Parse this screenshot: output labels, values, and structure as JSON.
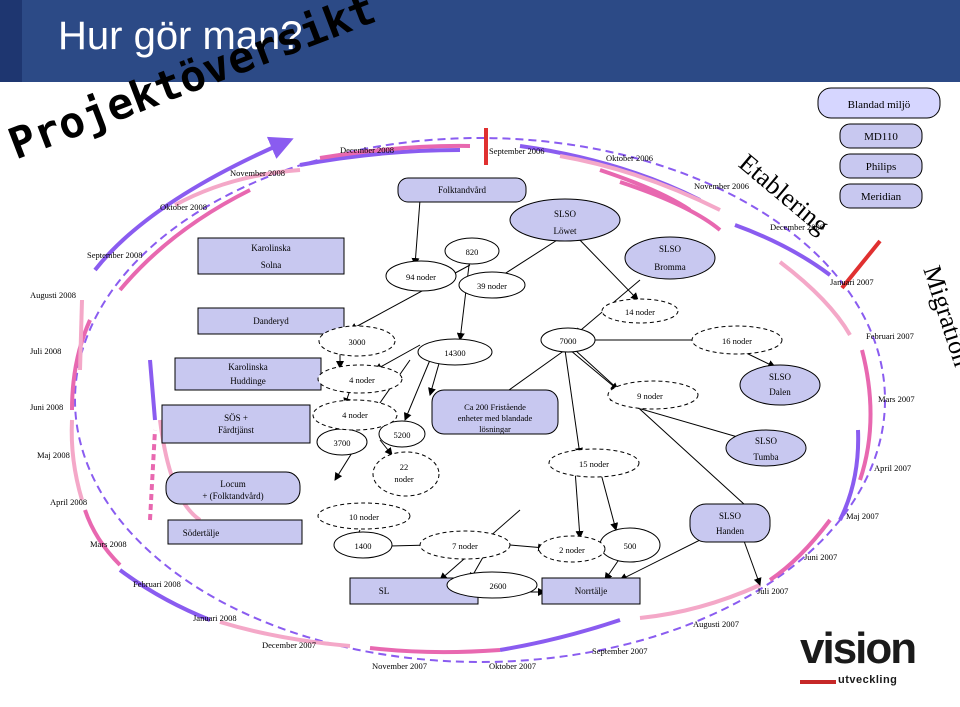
{
  "slide": {
    "title": "Hur gör man?",
    "heading": "Projektöversikt",
    "label_etablering": "Etablering",
    "label_migration": "Migration",
    "logo_word": "vision",
    "logo_sub": "utveckling"
  },
  "legend": [
    "Blandad miljö",
    "MD110",
    "Philips",
    "Meridian"
  ],
  "months": {
    "sep2006": "September 2006",
    "okt2006": "Oktober 2006",
    "nov2006": "November 2006",
    "dec2006": "December 2006",
    "jan2007": "Januari 2007",
    "feb2007": "Februari 2007",
    "mar2007": "Mars 2007",
    "apr2007": "April 2007",
    "maj2007": "Maj 2007",
    "jun2007": "Juni 2007",
    "jul2007": "Juli 2007",
    "aug2007": "Augusti 2007",
    "sep2007": "September 2007",
    "okt2007": "Oktober 2007",
    "nov2007": "November 2007",
    "dec2007": "December 2007",
    "jan2008": "Januari 2008",
    "feb2008": "Februari 2008",
    "mar2008": "Mars 2008",
    "apr2008": "April 2008",
    "maj2008": "Maj 2008",
    "jun2008": "Juni 2008",
    "jul2008": "Juli 2008",
    "aug2008": "Augusti 2008",
    "sep2008": "September 2008",
    "okt2008": "Oktober 2008",
    "nov2008": "November 2008",
    "dec2008": "December 2008"
  },
  "boxes": {
    "folktandvard": "Folktandvård",
    "karolinska_solna_1": "Karolinska",
    "karolinska_solna_2": "Solna",
    "danderyd": "Danderyd",
    "karolinska_huddinge_1": "Karolinska",
    "karolinska_huddinge_2": "Huddinge",
    "sos_1": "SÖS +",
    "sos_2": "Färdtjänst",
    "locum_1": "Locum",
    "locum_2": "+ (Folktandvård)",
    "sodertalje": "Södertälje",
    "slso_lowet_1": "SLSO",
    "slso_lowet_2": "Löwet",
    "slso_bromma_1": "SLSO",
    "slso_bromma_2": "Bromma",
    "slso_dalen_1": "SLSO",
    "slso_dalen_2": "Dalen",
    "slso_tumba_1": "SLSO",
    "slso_tumba_2": "Tumba",
    "slso_handen_1": "SLSO",
    "slso_handen_2": "Handen",
    "sl": "SL",
    "norrtalje": "Norrtälje",
    "fristaende_1": "Ca 200 Fristående",
    "fristaende_2": "enheter med blandade",
    "fristaende_3": "lösningar"
  },
  "nodes": {
    "n820": "820",
    "n94": "94 noder",
    "n39": "39 noder",
    "n14": "14 noder",
    "n3000": "3000",
    "n14300": "14300",
    "n7000": "7000",
    "n16": "16 noder",
    "n4a": "4 noder",
    "n4b": "4 noder",
    "n3700": "3700",
    "n5200": "5200",
    "n22a": "22",
    "n22b": "noder",
    "n9": "9 noder",
    "n15": "15 noder",
    "n10": "10 noder",
    "n1400": "1400",
    "n7": "7 noder",
    "n2": "2 noder",
    "n500": "500",
    "n2600": "2600"
  },
  "colors": {
    "header": "#2c4a86",
    "legend_fill": "#c8c8f0",
    "legend_highlight": "#d6d6ff",
    "purple": "#8a5cf0",
    "pink": "#e868b0",
    "lightpink": "#f4a8c8",
    "red": "#e03030"
  }
}
